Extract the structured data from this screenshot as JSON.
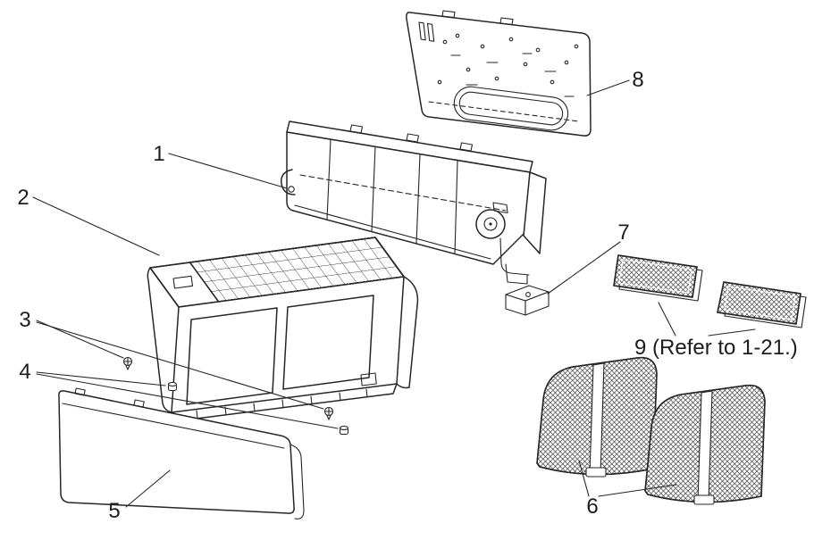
{
  "diagram": {
    "background": "#ffffff",
    "line_color": "#262626",
    "labels": {
      "l1": "1",
      "l2": "2",
      "l3": "3",
      "l4": "4",
      "l5": "5",
      "l6": "6",
      "l7": "7",
      "l8": "8",
      "l9": "9 (Refer to 1-21.)"
    }
  }
}
